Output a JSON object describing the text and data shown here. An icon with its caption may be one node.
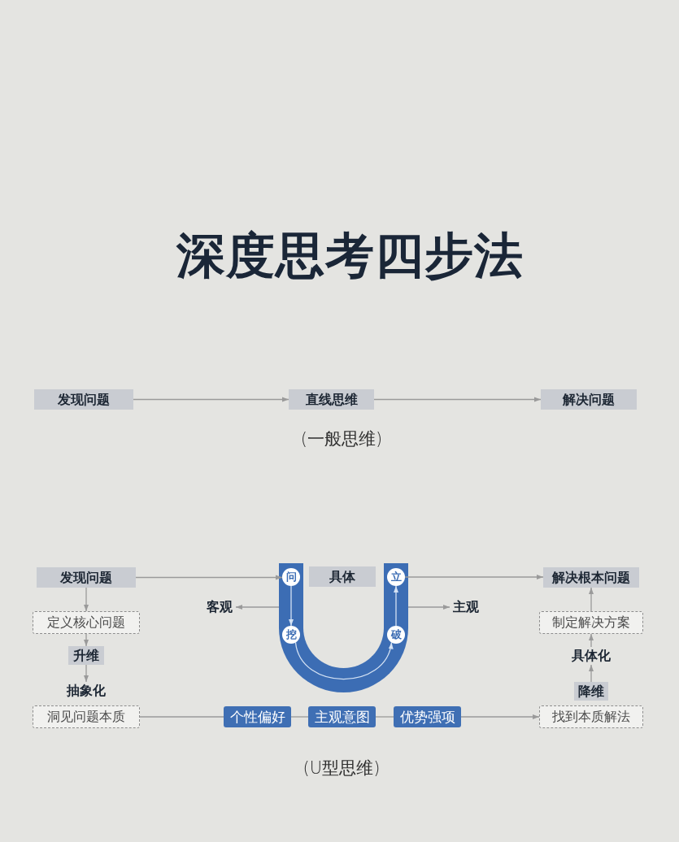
{
  "diagram": {
    "title": "深度思考四步法",
    "nodes": [
      {
        "text": [
          "发现问题"
        ]
      },
      {
        "text": [
          "直线思维"
        ]
      },
      {
        "text": [
          "解决问题"
        ]
      },
      {
        "text": [
          "发现问题"
        ]
      },
      {
        "text": [],
        "shape": "band"
      },
      {
        "text": [
          "问"
        ],
        "in": 4
      },
      {
        "text": [
          "具体"
        ],
        "in": 4
      },
      {
        "text": [
          "立"
        ],
        "in": 4
      },
      {
        "text": [
          "解决根本问题"
        ]
      },
      {
        "text": [
          "客观"
        ]
      },
      {
        "text": [
          "主观"
        ]
      },
      {
        "text": [
          "定义核心问题"
        ]
      },
      {
        "text": [
          "挖"
        ],
        "in": 4
      },
      {
        "text": [
          "破"
        ],
        "in": 4
      },
      {
        "text": [
          "制定解决方案"
        ]
      },
      {
        "text": [
          "升维"
        ]
      },
      {
        "text": [
          "具体化"
        ]
      },
      {
        "text": [
          "抽象化"
        ]
      },
      {
        "text": [
          "降维"
        ]
      },
      {
        "text": [
          "洞见问题本质"
        ]
      },
      {
        "text": [
          "个性偏好"
        ]
      },
      {
        "text": [
          "主观意图"
        ]
      },
      {
        "text": [
          "优势强项"
        ]
      },
      {
        "text": [
          "找到本质解法"
        ]
      }
    ],
    "edges": [
      {
        "from": 0,
        "to": 1,
        "arrow": "to"
      },
      {
        "from": 1,
        "to": 2,
        "arrow": "to"
      },
      {
        "from": 3,
        "to": 5,
        "arrow": "to"
      },
      {
        "from": 4,
        "to": 9,
        "arrow": "to"
      },
      {
        "from": 4,
        "to": 10,
        "arrow": "to"
      },
      {
        "from": 7,
        "to": 8,
        "arrow": "to"
      },
      {
        "from": 5,
        "to": 12,
        "arrow": "to",
        "color": "#d4e2f4"
      },
      {
        "from": 12,
        "to": 13,
        "arrow": "to",
        "color": "#d4e2f4"
      },
      {
        "from": 13,
        "to": 7,
        "arrow": "to",
        "color": "#d4e2f4"
      },
      {
        "from": 3,
        "to": 11,
        "arrow": "to"
      },
      {
        "from": 11,
        "to": 15,
        "arrow": "to"
      },
      {
        "from": 15,
        "to": 17,
        "arrow": "to"
      },
      {
        "from": 18,
        "to": 16,
        "arrow": "to"
      },
      {
        "from": 16,
        "to": 14,
        "arrow": "to"
      },
      {
        "from": 14,
        "to": 8,
        "arrow": "to"
      },
      {
        "from": 19,
        "to": 20,
        "arrow": "none"
      },
      {
        "from": 20,
        "to": 21,
        "arrow": "none"
      },
      {
        "from": 21,
        "to": 22,
        "arrow": "none"
      },
      {
        "from": 22,
        "to": 23,
        "arrow": "to"
      }
    ],
    "labels": [
      "(一般思维)",
      "(U型思维)"
    ]
  }
}
